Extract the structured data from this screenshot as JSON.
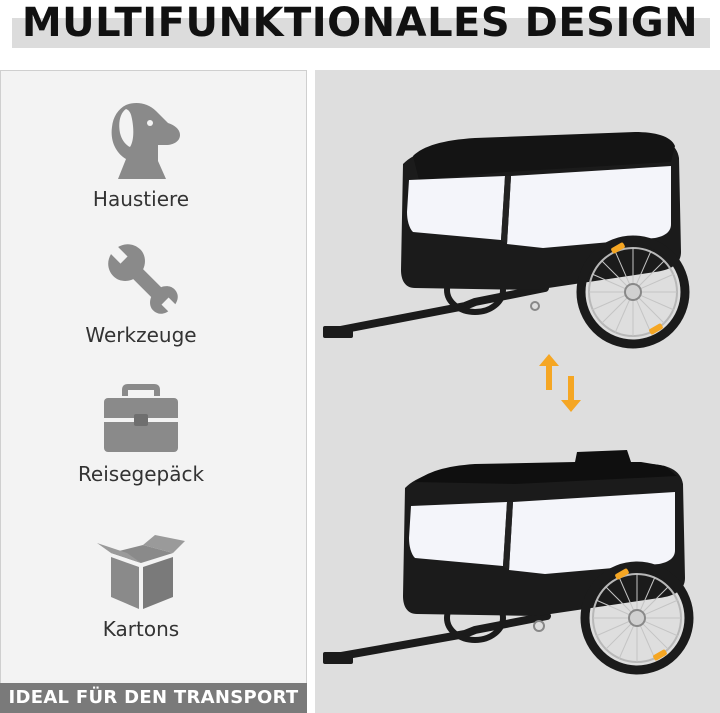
{
  "header": {
    "title": "MULTIFUNKTIONALES DESIGN"
  },
  "features": [
    {
      "label": "Haustiere",
      "icon": "dog-icon"
    },
    {
      "label": "Werkzeuge",
      "icon": "wrench-icon"
    },
    {
      "label": "Reisegepäck",
      "icon": "suitcase-icon"
    },
    {
      "label": "Kartons",
      "icon": "box-icon"
    }
  ],
  "banner": {
    "text": "IDEAL FÜR DEN TRANSPORT"
  },
  "colors": {
    "accent_orange": "#f5a623",
    "icon_gray": "#8a8a8a",
    "trailer_black": "#1b1b1b",
    "trailer_white": "#f4f5fa"
  }
}
